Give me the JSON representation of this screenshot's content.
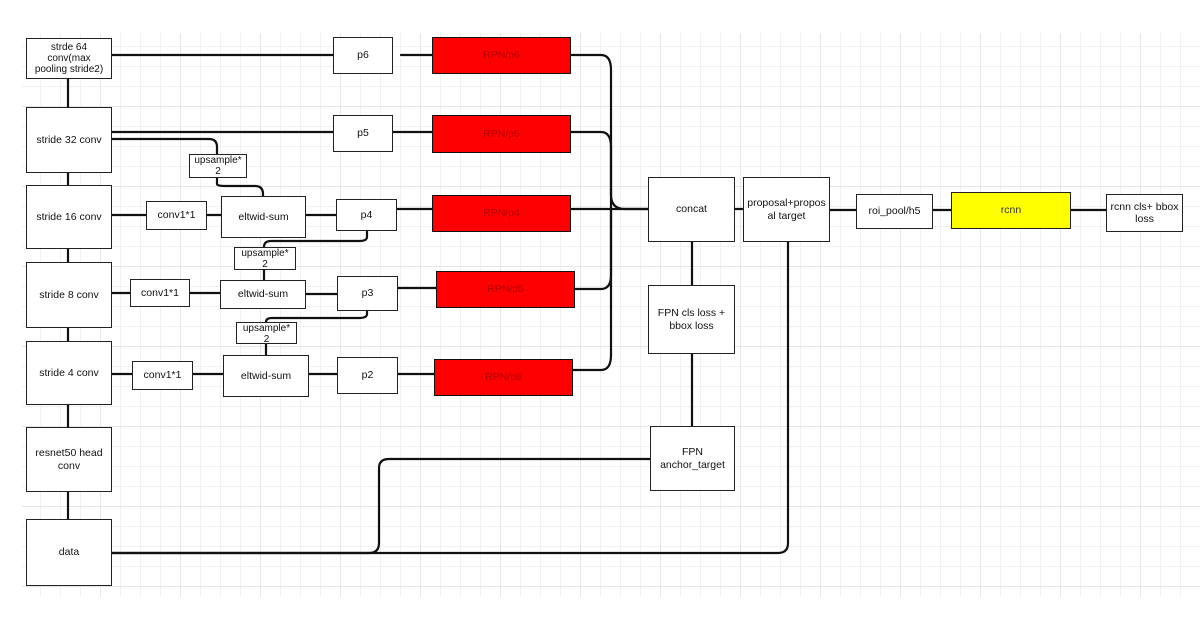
{
  "colors": {
    "rpn": "#ff0000",
    "rcnn": "#ffff00",
    "line": "#111111",
    "grid": "#e6e6e6"
  },
  "nodes": {
    "stride64": "strde 64\nconv(max\npooling stride2)",
    "stride32": "stride 32 conv",
    "stride16": "stride 16 conv",
    "stride8": "stride 8 conv",
    "stride4": "stride 4 conv",
    "resnet_head": "resnet50 head\nconv",
    "data": "data",
    "conv1_16": "conv1*1",
    "conv1_8": "conv1*1",
    "conv1_4": "conv1*1",
    "upsample_a": "upsample*\n2",
    "upsample_b": "upsample*\n2",
    "upsample_c": "upsample*\n2",
    "eltwise_16": "eltwid-sum",
    "eltwise_8": "eltwid-sum",
    "eltwise_4": "eltwid-sum",
    "p6": "p6",
    "p5": "p5",
    "p4": "p4",
    "p3": "p3",
    "p2": "p2",
    "rpn_p6": "RPN/p6",
    "rpn_p5": "RPN/p5",
    "rpn_p4": "RPN/p4",
    "rpn_p3": "RPN/p5",
    "rpn_p2": "RPN/p6",
    "concat": "concat",
    "proposal": "proposal+propos\nal target",
    "roi_pool": "roi_pool/h5",
    "rcnn": "rcnn",
    "rcnn_loss": "rcnn cls+ bbox\nloss",
    "fpn_loss": "FPN cls loss +\nbbox loss",
    "fpn_anchor": "FPN\nanchor_target"
  }
}
